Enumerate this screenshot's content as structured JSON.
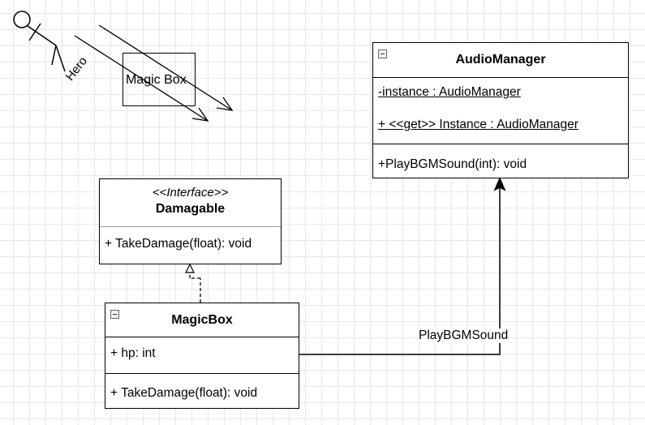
{
  "actor": {
    "name": "Hero"
  },
  "note": {
    "label": "Magic Box"
  },
  "audio_manager": {
    "name": "AudioManager",
    "attributes": [
      "-instance : AudioManager",
      "+ <<get>> Instance : AudioManager"
    ],
    "methods": [
      "+PlayBGMSound(int): void"
    ]
  },
  "damagable": {
    "stereotype": "<<Interface>>",
    "name": "Damagable",
    "methods": [
      "+ TakeDamage(float): void"
    ]
  },
  "magic_box": {
    "name": "MagicBox",
    "attributes": [
      "+ hp: int"
    ],
    "methods": [
      "+ TakeDamage(float): void"
    ]
  },
  "association": {
    "label": "PlayBGMSound"
  }
}
